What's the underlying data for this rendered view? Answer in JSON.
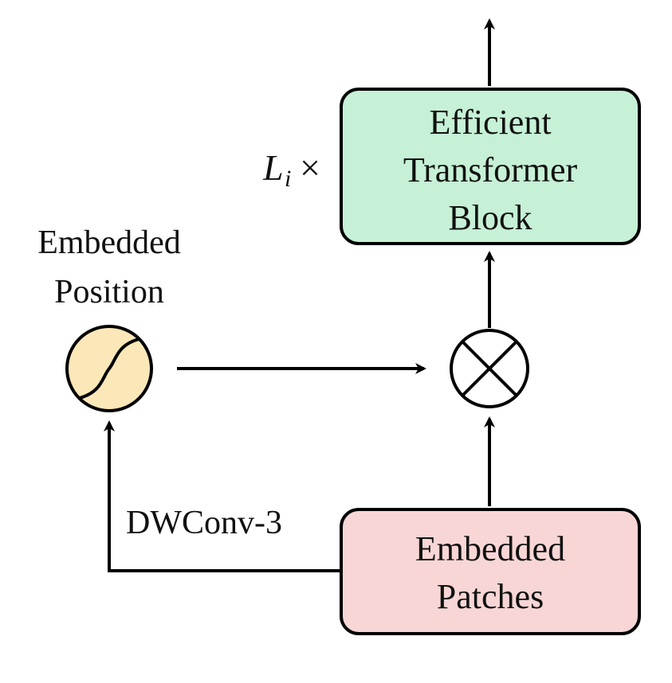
{
  "diagram": {
    "transformer_block": {
      "lines": [
        "Efficient",
        "Transformer",
        "Block"
      ],
      "fill": "#c6f1d6"
    },
    "repeat_label": {
      "base": "L",
      "subscript": "i",
      "symbol": "×"
    },
    "embedded_position": {
      "lines": [
        "Embedded",
        "Position"
      ],
      "fill": "#fbe7b8"
    },
    "embedded_patches": {
      "lines": [
        "Embedded",
        "Patches"
      ],
      "fill": "#f9d6d6"
    },
    "conv_label": "DWConv-3",
    "combine_node": {
      "symbol": "multiply",
      "icon": "circled-times-icon"
    },
    "stroke_color": "#000000"
  }
}
